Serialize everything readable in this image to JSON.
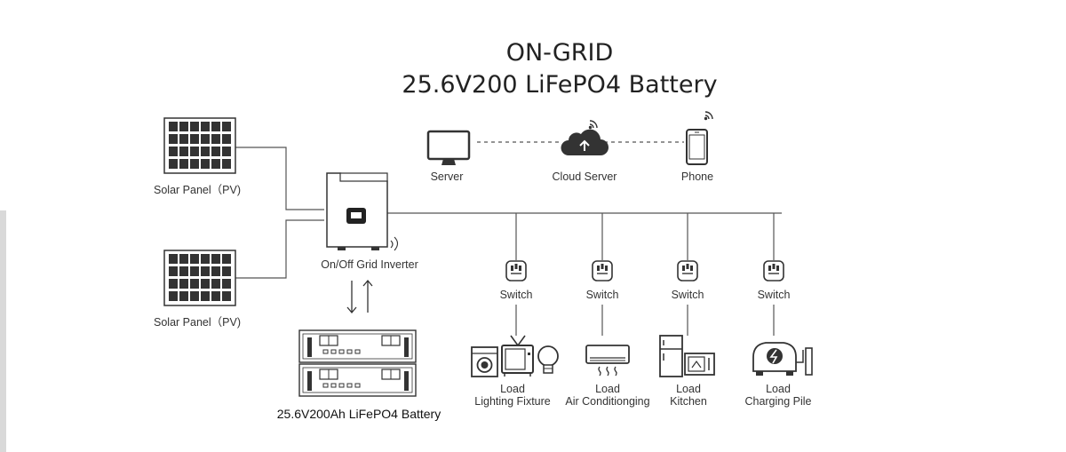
{
  "title": {
    "line1": "ON-GRID",
    "line2": "25.6V200 LiFePO4 Battery"
  },
  "network": {
    "server": "Server",
    "cloud": "Cloud Server",
    "phone": "Phone"
  },
  "solar": {
    "top": "Solar Panel（PV)",
    "bottom": "Solar Panel（PV)"
  },
  "inverter": {
    "label": "On/Off Grid Inverter"
  },
  "battery": {
    "label": "25.6V200Ah LiFePO4 Battery"
  },
  "switches": [
    "Switch",
    "Switch",
    "Switch",
    "Switch"
  ],
  "loads": [
    {
      "line1": "Load",
      "line2": "Lighting Fixture"
    },
    {
      "line1": "Load",
      "line2": "Air Conditionging"
    },
    {
      "line1": "Load",
      "line2": "Kitchen"
    },
    {
      "line1": "Load",
      "line2": "Charging Pile"
    }
  ]
}
